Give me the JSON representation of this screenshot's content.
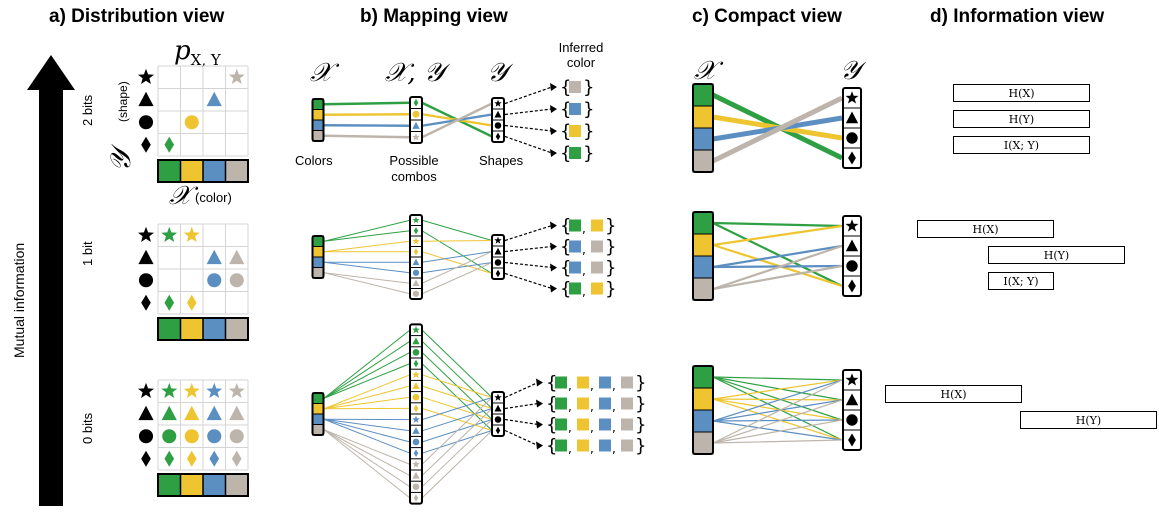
{
  "colors": {
    "green": "#2ea043",
    "yellow": "#eec530",
    "blue": "#5b8fc2",
    "gray": "#bdb5ab"
  },
  "panels": {
    "a": "a) Distribution view",
    "b": "b) Mapping view",
    "c": "c) Compact view",
    "d": "d) Information view"
  },
  "axis": {
    "mutual_information": "Mutual information"
  },
  "levels": [
    {
      "label": "2 bits",
      "pairs": [
        [
          0,
          3
        ],
        [
          1,
          2
        ],
        [
          2,
          1
        ],
        [
          3,
          0
        ]
      ]
    },
    {
      "label": "1 bit",
      "pairs": [
        [
          0,
          0
        ],
        [
          0,
          3
        ],
        [
          1,
          0
        ],
        [
          1,
          3
        ],
        [
          2,
          1
        ],
        [
          2,
          2
        ],
        [
          3,
          1
        ],
        [
          3,
          2
        ]
      ]
    },
    {
      "label": "0 bits",
      "pairs": [
        [
          0,
          0
        ],
        [
          0,
          1
        ],
        [
          0,
          2
        ],
        [
          0,
          3
        ],
        [
          1,
          0
        ],
        [
          1,
          1
        ],
        [
          1,
          2
        ],
        [
          1,
          3
        ],
        [
          2,
          0
        ],
        [
          2,
          1
        ],
        [
          2,
          2
        ],
        [
          2,
          3
        ],
        [
          3,
          0
        ],
        [
          3,
          1
        ],
        [
          3,
          2
        ],
        [
          3,
          3
        ]
      ]
    }
  ],
  "distribution": {
    "title_math": "p",
    "title_sub": "X, Y",
    "y_symbol": "𝒴",
    "y_note": "(shape)",
    "x_symbol": "𝒳",
    "x_note": "(color)"
  },
  "mapping": {
    "x_symbol": "𝒳",
    "xy_symbol": "𝒳, 𝒴",
    "y_symbol": "𝒴",
    "inferred_color": "Inferred color",
    "colors_label": "Colors",
    "combos_label": "Possible combos",
    "shapes_label": "Shapes"
  },
  "compact": {
    "x_symbol": "𝒳",
    "y_symbol": "𝒴"
  },
  "information": {
    "hx": "H(X)",
    "hy": "H(Y)",
    "ixy": "I(X; Y)"
  }
}
